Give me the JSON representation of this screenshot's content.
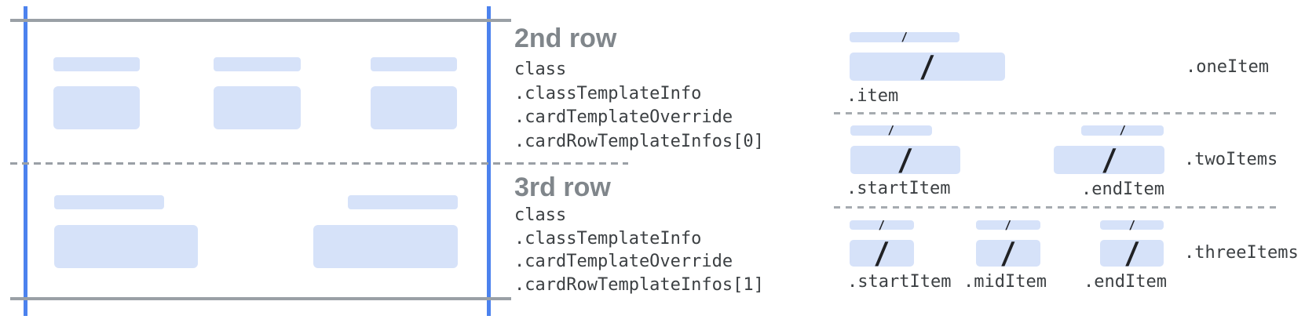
{
  "diagram": {
    "rows": [
      {
        "heading": "2nd row",
        "path_lines": [
          "class",
          ".classTemplateInfo",
          ".cardTemplateOverride",
          ".cardRowTemplateInfos[0]"
        ]
      },
      {
        "heading": "3rd row",
        "path_lines": [
          "class",
          ".classTemplateInfo",
          ".cardTemplateOverride",
          ".cardRowTemplateInfos[1]"
        ]
      }
    ],
    "layouts": [
      {
        "label": ".oneItem",
        "items": [
          ".item"
        ]
      },
      {
        "label": ".twoItems",
        "items": [
          ".startItem",
          ".endItem"
        ]
      },
      {
        "label": ".threeItems",
        "items": [
          ".startItem",
          ".midItem",
          ".endItem"
        ]
      }
    ],
    "slash": "/"
  },
  "colors": {
    "placeholder_blue": "#d6e2f9",
    "guide_blue": "#4c82ee",
    "guide_gray": "#9aa0a6",
    "divider_gray": "#a6abb0",
    "heading_gray": "#80868b",
    "code_text": "#3c4043",
    "slash_black": "#202124"
  }
}
